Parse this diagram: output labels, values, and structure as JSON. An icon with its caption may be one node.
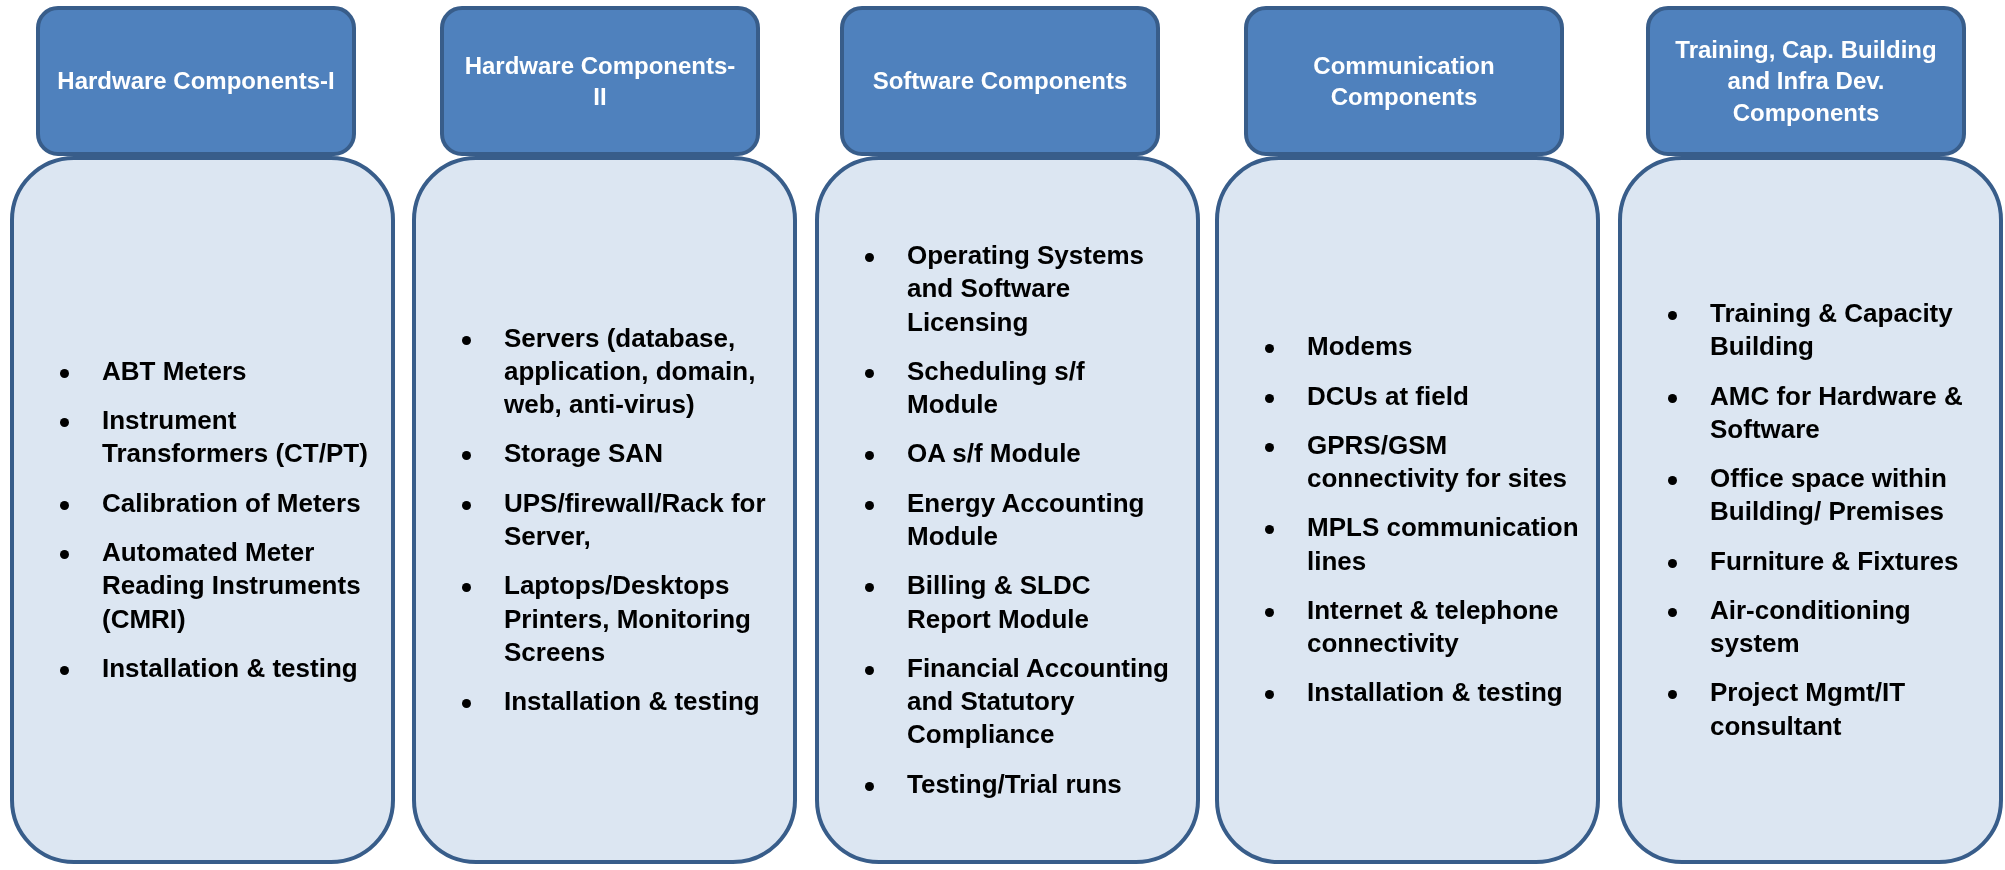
{
  "diagram": {
    "nodes": [
      {
        "text": [
          "Hardware Components-I"
        ]
      },
      {
        "text": [
          "ABT Meters",
          "Instrument Transformers (CT/PT)",
          "Calibration of Meters",
          "Automated Meter Reading Instruments (CMRI)",
          "Installation & testing"
        ]
      },
      {
        "text": [
          "Hardware Components-II"
        ]
      },
      {
        "text": [
          "Servers (database, application, domain, web, anti-virus)",
          "Storage SAN",
          "UPS/firewall/Rack for Server,",
          "Laptops/Desktops Printers, Monitoring Screens",
          "Installation & testing"
        ]
      },
      {
        "text": [
          "Software Components"
        ]
      },
      {
        "text": [
          "Operating Systems and Software Licensing",
          "Scheduling s/f Module",
          "OA s/f Module",
          "Energy Accounting Module",
          "Billing & SLDC Report Module",
          "Financial Accounting and Statutory Compliance",
          "Testing/Trial runs"
        ]
      },
      {
        "text": [
          "Communication Components"
        ]
      },
      {
        "text": [
          "Modems",
          "DCUs at field",
          "GPRS/GSM connectivity for sites",
          "MPLS communication lines",
          "Internet & telephone connectivity",
          "Installation & testing"
        ]
      },
      {
        "text": [
          "Training, Cap. Building and Infra Dev. Components"
        ]
      },
      {
        "text": [
          "Training & Capacity Building",
          "AMC for Hardware & Software",
          "Office space within Building/ Premises",
          "Furniture & Fixtures",
          "Air-conditioning system",
          "Project Mgmt/IT consultant"
        ]
      }
    ],
    "edges": []
  }
}
